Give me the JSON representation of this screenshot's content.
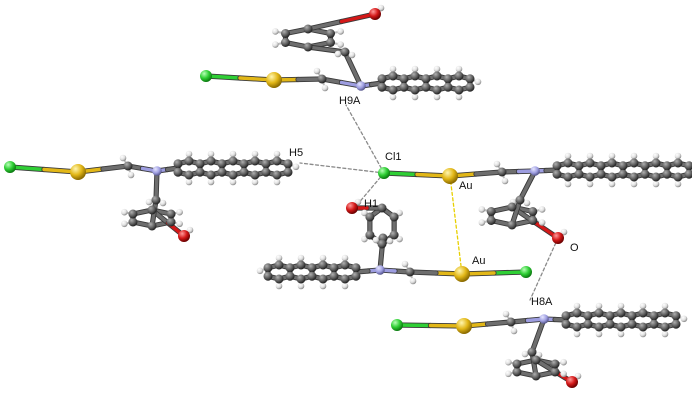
{
  "labels": {
    "h9a": "H9A",
    "h5": "H5",
    "cl1": "Cl1",
    "au_top": "Au",
    "h1": "H1",
    "au_bottom": "Au",
    "o": "O",
    "h8a": "H8A"
  },
  "colors": {
    "gold": "#e2b717",
    "chlorine": "#2fcf35",
    "carbon": "#6e6e6e",
    "nitrogen": "#9d9de0",
    "oxygen": "#d41818",
    "hydrogen": "#eaeaea",
    "hbond": "#8a8a8a",
    "aurophilic": "#e8d000"
  }
}
